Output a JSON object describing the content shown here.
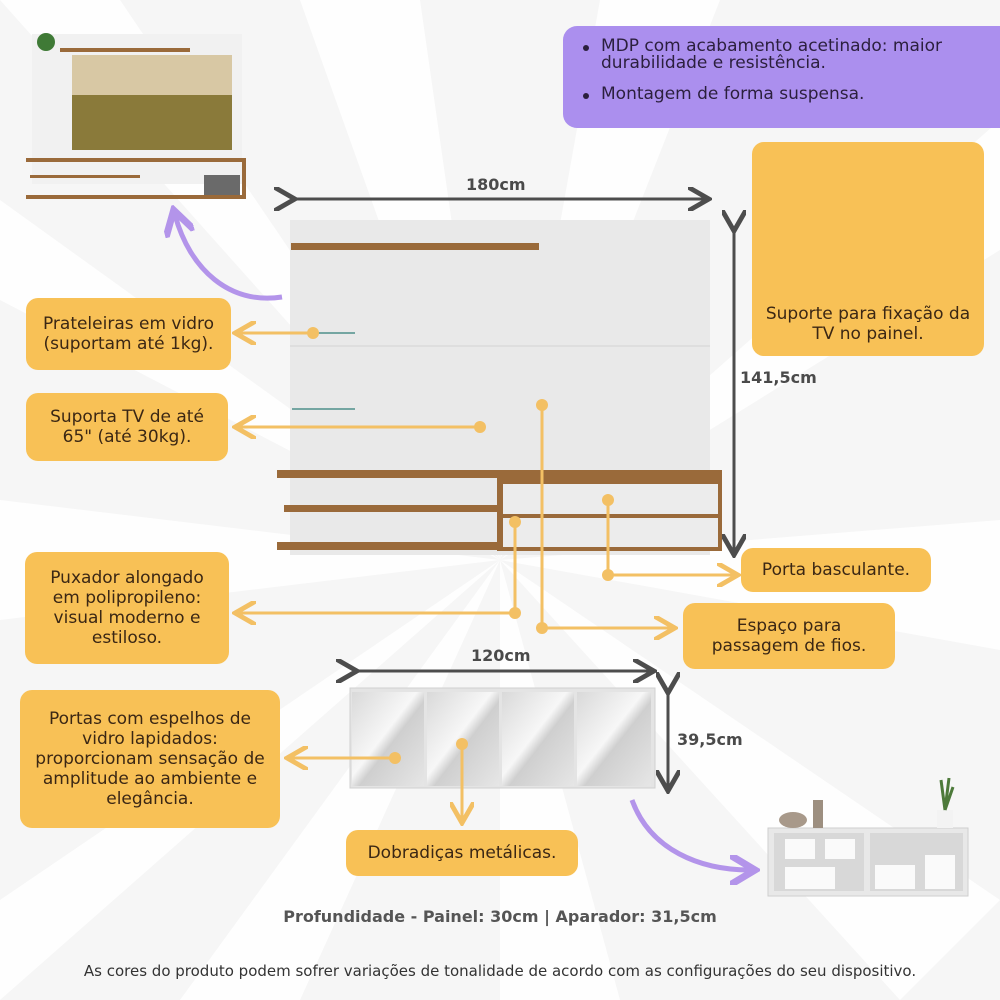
{
  "features_box": {
    "bullets": [
      "MDP com acabamento acetinado: maior durabilidade e resistência.",
      "Montagem de forma suspensa."
    ]
  },
  "callouts": {
    "tv_support_kit": "Suporte para fixação da TV no painel.",
    "glass_shelves": "Prateleiras em vidro (suportam até 1kg).",
    "tv_capacity": "Suporta TV de até 65\" (até 30kg).",
    "handle": "Puxador alongado em polipropileno: visual moderno e estiloso.",
    "tilt_door": "Porta basculante.",
    "cable_space": "Espaço para passagem de fios.",
    "mirror_doors": "Portas com espelhos de vidro lapidados: proporcionam sensação de amplitude ao ambiente e elegância.",
    "hinges": "Dobradiças metálicas."
  },
  "dimensions": {
    "panel_width": "180cm",
    "panel_height": "141,5cm",
    "sideboard_width": "120cm",
    "sideboard_height": "39,5cm"
  },
  "footer": {
    "depth": "Profundidade - Painel: 30cm | Aparador: 31,5cm",
    "disclaimer": "As cores do produto podem sofrer variações de tonalidade de acordo com as configurações do seu dispositivo."
  },
  "colors": {
    "callout": "#f8c156",
    "purple_box": "#ab8fee",
    "wood": "#9a6a3a",
    "panel_white": "#e9e9e9",
    "arrow_dark": "#4d4d4d",
    "pointer_yellow": "#f3c064",
    "curve_purple": "#b394ea"
  }
}
